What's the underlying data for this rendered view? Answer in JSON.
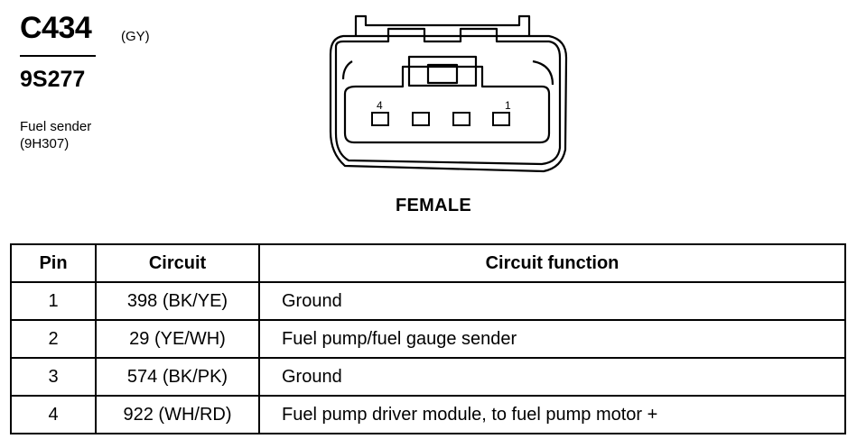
{
  "connector": {
    "id": "C434",
    "color_code": "(GY)",
    "part_number": "9S277",
    "description_line1": "Fuel sender",
    "description_line2": "(9H307)",
    "view_label": "FEMALE",
    "face_pin_left_label": "4",
    "face_pin_right_label": "1",
    "cavity_count": 4
  },
  "table": {
    "headers": {
      "pin": "Pin",
      "circuit": "Circuit",
      "function": "Circuit function"
    },
    "rows": [
      {
        "pin": "1",
        "circuit": "398 (BK/YE)",
        "function": "Ground"
      },
      {
        "pin": "2",
        "circuit": "29 (YE/WH)",
        "function": "Fuel pump/fuel gauge sender"
      },
      {
        "pin": "3",
        "circuit": "574 (BK/PK)",
        "function": "Ground"
      },
      {
        "pin": "4",
        "circuit": "922 (WH/RD)",
        "function": "Fuel pump driver module, to fuel pump motor +"
      }
    ]
  }
}
